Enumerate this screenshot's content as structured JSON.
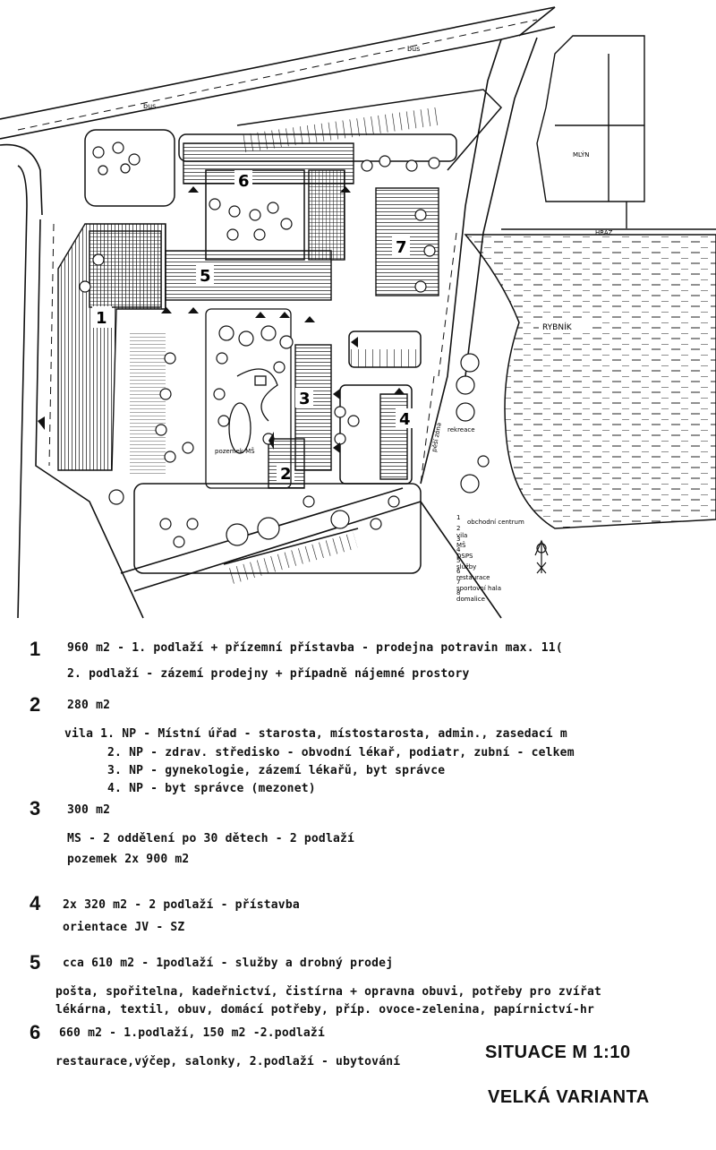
{
  "plan": {
    "road_labels": [
      "bus",
      "bus"
    ],
    "mill_label": "MLÝN",
    "dam_label": "HRÁZ",
    "pond_label": "RYBNÍK",
    "school_plot_label": "pozemek MŠ",
    "recreation_label": "rekreace",
    "green_zone_label": "pěší zóna",
    "building_numbers": [
      "1",
      "2",
      "3",
      "4",
      "5",
      "6",
      "7"
    ],
    "legend": [
      {
        "num": "1",
        "text": "obchodní centrum"
      },
      {
        "num": "2",
        "text": "vila"
      },
      {
        "num": "3",
        "text": "MŠ"
      },
      {
        "num": "4",
        "text": "DSPS"
      },
      {
        "num": "5",
        "text": "služby"
      },
      {
        "num": "6",
        "text": "restaurace"
      },
      {
        "num": "7",
        "text": "sportovní hala"
      },
      {
        "num": "8",
        "text": "domalice"
      }
    ]
  },
  "notes": [
    {
      "num": "1",
      "lines": [
        "960 m2 - 1. podlaží + přízemní přístavba - prodejna potravin max. 11(",
        "2. podlaží - zázemí prodejny + případně nájemné prostory"
      ]
    },
    {
      "num": "2",
      "lines": [
        "280 m2",
        "vila  1. NP - Místní úřad - starosta, místostarosta, admin., zasedací m",
        "2. NP - zdrav. středisko - obvodní lékař, podiatr, zubní - celkem",
        "3. NP - gynekologie, zázemí lékařů, byt správce",
        "4. NP - byt správce (mezonet)"
      ]
    },
    {
      "num": "3",
      "lines": [
        "300 m2",
        "MŠ - 2 oddělení po 30 dětech - 2 podlaží",
        "pozemek 2x 900 m2"
      ]
    },
    {
      "num": "4",
      "lines": [
        "2x 320 m2 - 2 podlaží - přístavba",
        "orientace JV - SZ"
      ]
    },
    {
      "num": "5",
      "lines": [
        "cca 610 m2 - 1podlaží - služby a drobný prodej",
        "pošta, spořitelna, kadeřnictví, čistírna + opravna obuvi, potřeby pro zvířat",
        "lékárna, textil, obuv, domácí potřeby, příp. ovoce-zelenina, papírnictví-hr"
      ]
    },
    {
      "num": "6",
      "lines": [
        "660 m2 - 1.podlaží, 150 m2 -2.podlaží",
        "restaurace,výčep, salonky, 2.podlaží - ubytování"
      ]
    }
  ],
  "title": {
    "line1": "SITUACE  M 1:10",
    "line2": "VELKÁ VARIANTA"
  }
}
